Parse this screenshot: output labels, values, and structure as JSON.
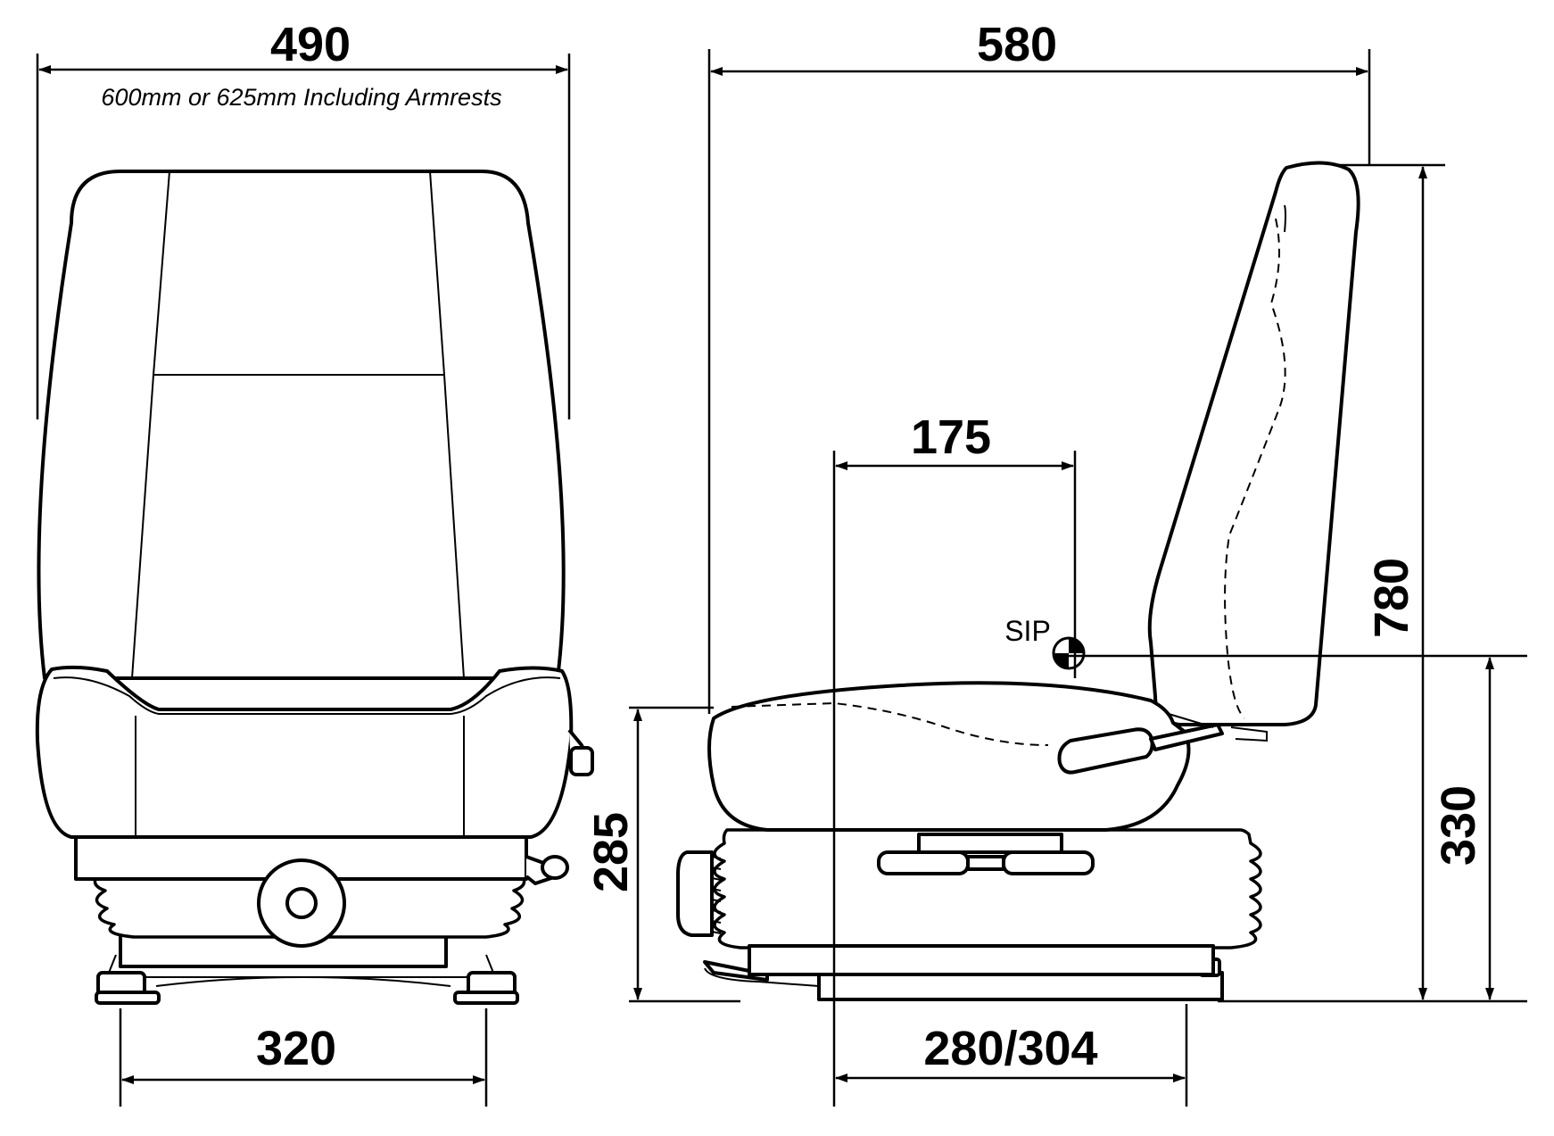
{
  "dimensions": {
    "front_width": "490",
    "front_width_note": "600mm or 625mm Including Armrests",
    "front_base_width": "320",
    "side_depth": "580",
    "side_sip_offset": "175",
    "side_sip_label": "SIP",
    "side_base_depth": "280/304",
    "side_seat_height": "285",
    "side_total_height": "780",
    "side_sip_height": "330"
  },
  "colors": {
    "line": "#000000",
    "background": "#ffffff"
  }
}
